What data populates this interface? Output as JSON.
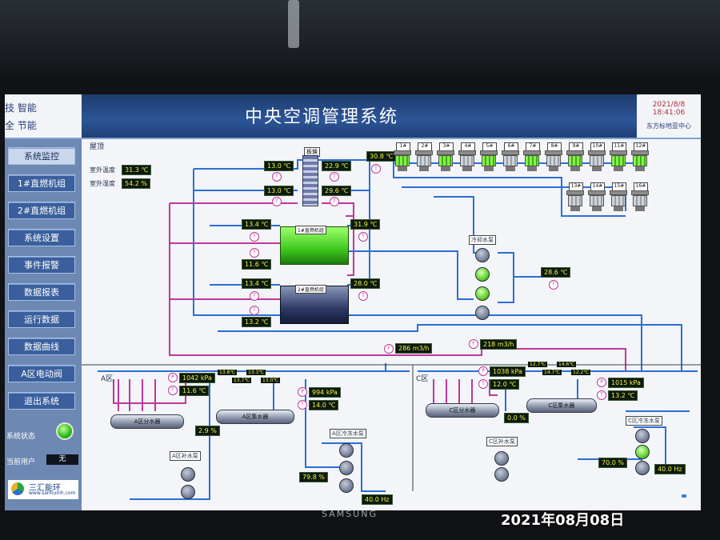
{
  "window": {
    "title": "中央空调管理系统",
    "left_line1": "技  智能",
    "left_line2": "全  节能",
    "date": "2021/8/8",
    "time": "18:41:06",
    "org": "东方标地亚中心"
  },
  "nav": {
    "items": [
      {
        "label": "系统监控"
      },
      {
        "label": "1#直燃机组"
      },
      {
        "label": "2#直燃机组"
      },
      {
        "label": "系统设置"
      },
      {
        "label": "事件报警"
      },
      {
        "label": "数据报表"
      },
      {
        "label": "运行数据"
      },
      {
        "label": "数据曲线"
      },
      {
        "label": "A区电动阀"
      },
      {
        "label": "退出系统"
      }
    ],
    "status_label": "系统状态",
    "user_label": "当前用户",
    "user_value": "无",
    "logo_name": "三汇能环",
    "logo_url": "www.sanhuinh.com"
  },
  "diagram": {
    "section_roof": "屋顶",
    "outdoor_temp_label": "室外温度",
    "outdoor_temp": "31.3 ℃",
    "outdoor_hum_label": "室外湿度",
    "outdoor_hum": "54.2 %",
    "hx_label": "板换",
    "t_hx_in": "13.0 ℃",
    "t_hx_out": "22.9 ℃",
    "t_hx2_in": "13.0 ℃",
    "t_hx2_out": "29.6 ℃",
    "t_tower": "30.8 ℃",
    "tower_nums": [
      "1#",
      "2#",
      "3#",
      "4#",
      "5#",
      "6#",
      "7#",
      "8#",
      "9#",
      "10#",
      "11#",
      "12#",
      "13#",
      "14#",
      "15#",
      "16#"
    ],
    "chiller1_label": "1#直燃机组",
    "chiller2_label": "2#直燃机组",
    "c1_in": "13.4 ℃",
    "c1_out": "31.9 ℃",
    "c1_low": "11.6 ℃",
    "c2_in": "13.4 ℃",
    "c2_out": "28.0 ℃",
    "c2_low": "13.2 ℃",
    "cooling_pump_label": "冷却水泵",
    "t_cooling": "28.6 ℃",
    "flow1": "286 m3/h",
    "flow2": "218 m3/h",
    "zone_a": "A区",
    "zone_c": "C区",
    "a_press1": "1042 kPa",
    "a_temp1": "11.6 ℃",
    "a_press2": "994 kPa",
    "a_temp2": "14.0 ℃",
    "a_sub_temps": [
      "13.8℃",
      "13.7℃",
      "13.3℃",
      "13.0℃"
    ],
    "a_split_label": "A区分水器",
    "a_collect_label": "A区集水器",
    "a_valve": "2.9 %",
    "a_pump_label": "A区补水泵",
    "a_chw_pump_label": "A区冷冻水泵",
    "a_pct": "79.8 %",
    "a_hz": "40.0 Hz",
    "c_press1": "1038 kPa",
    "c_temp1": "12.0 ℃",
    "c_press2": "1015 kPa",
    "c_temp2": "13.2 ℃",
    "c_sub_temps": [
      "12.7℃",
      "14.7℃",
      "14.6℃",
      "12.2℃"
    ],
    "c_split_label": "C区分水器",
    "c_collect_label": "C区集水器",
    "c_valve": "0.0 %",
    "c_pump_label": "C区补水泵",
    "c_chw_pump_label": "C区冷冻水泵",
    "c_pct": "70.0 %",
    "c_hz": "40.0 Hz"
  },
  "photo": {
    "date_stamp": "2021年08月08日",
    "brand": "SAMSUNG"
  },
  "colors": {
    "header": "#2c5597",
    "sidebar": "#6e88b4",
    "pipe_blue": "#2b6fd6",
    "pipe_pink": "#c0389a",
    "running": "#3ec81e"
  }
}
